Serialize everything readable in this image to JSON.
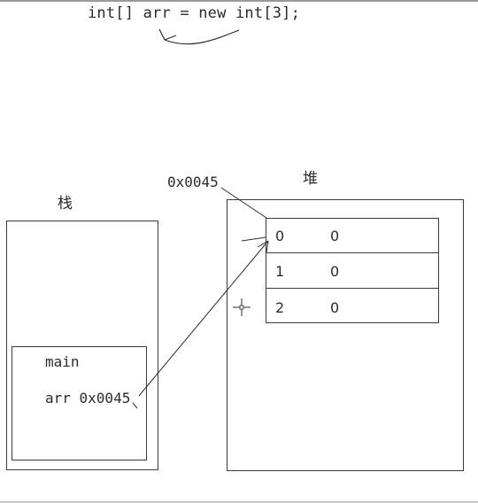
{
  "code_line": "int[] arr = new int[3];",
  "stack": {
    "title": "栈",
    "frame_label": "main",
    "variable_text": "arr 0x0045"
  },
  "heap": {
    "title": "堆",
    "address_label": "0x0045",
    "array": [
      {
        "index": "0",
        "value": "0"
      },
      {
        "index": "1",
        "value": "0"
      },
      {
        "index": "2",
        "value": "0"
      }
    ]
  },
  "colors": {
    "ink": "#2b2b2b",
    "border": "#3a3a3a"
  }
}
